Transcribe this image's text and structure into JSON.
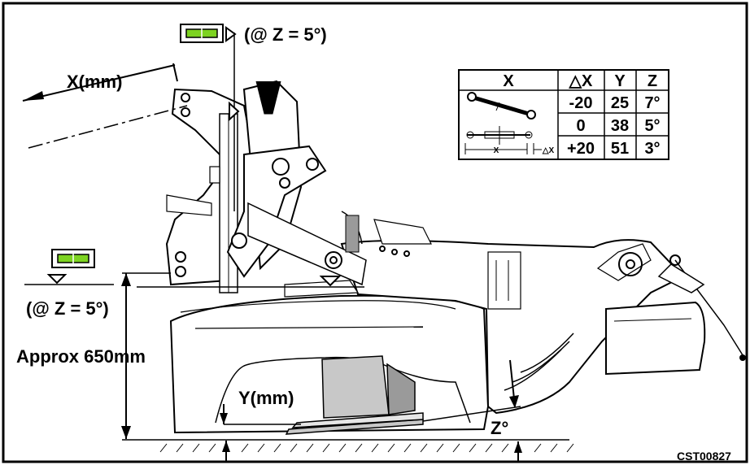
{
  "labels": {
    "top_level_note": "(@ Z = 5°)",
    "left_level_note": "(@ Z = 5°)",
    "x_dimension": "X(mm)",
    "height_dimension": "Approx 650mm",
    "y_dimension": "Y(mm)",
    "z_angle": "Z°",
    "figure_code": "CST00827"
  },
  "table": {
    "headers": [
      "X",
      "△X",
      "Y",
      "Z"
    ],
    "rows": [
      {
        "dx": "-20",
        "y": "25",
        "z": "7°"
      },
      {
        "dx": "0",
        "y": "38",
        "z": "5°"
      },
      {
        "dx": "+20",
        "y": "51",
        "z": "3°"
      }
    ],
    "inset_x_label": "X",
    "inset_dx_label": "△X"
  },
  "colors": {
    "line": "#000000",
    "bubble": "#7dd321",
    "housing_gray": "#c8c8c8",
    "shadow_gray": "#9a9a9a"
  },
  "icons": {
    "level": "spirit-level-icon",
    "arrow": "triangle-marker-icon"
  }
}
